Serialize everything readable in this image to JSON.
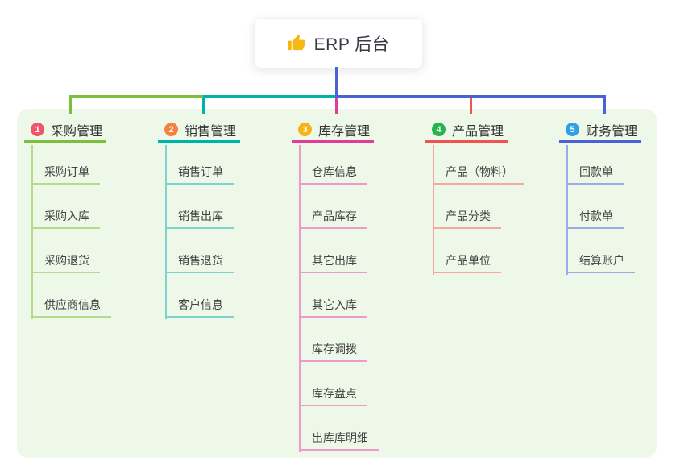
{
  "root": {
    "icon": "thumbs-up-icon",
    "label": "ERP 后台"
  },
  "colors": {
    "page_bg": "#ffffff",
    "panel_bg": "#edf8e9",
    "root_line": "#4a62d6",
    "thumb_icon": "#f5b914",
    "title_text": "#333333",
    "child_text": "#434343"
  },
  "branches": [
    {
      "index": "1",
      "label": "采购管理",
      "badge_color": "#f1556c",
      "line_color": "#7cbf3e",
      "child_line_color": "#b5da8c",
      "children": [
        "采购订单",
        "采购入库",
        "采购退货",
        "供应商信息"
      ]
    },
    {
      "index": "2",
      "label": "销售管理",
      "badge_color": "#f5813f",
      "line_color": "#00b3a9",
      "child_line_color": "#7ed4cd",
      "children": [
        "销售订单",
        "销售出库",
        "销售退货",
        "客户信息"
      ]
    },
    {
      "index": "3",
      "label": "库存管理",
      "badge_color": "#f8b216",
      "line_color": "#de3d9b",
      "child_line_color": "#ec9bca",
      "children": [
        "仓库信息",
        "产品库存",
        "其它出库",
        "其它入库",
        "库存调拨",
        "库存盘点",
        "出库库明细"
      ]
    },
    {
      "index": "4",
      "label": "产品管理",
      "badge_color": "#27b34f",
      "line_color": "#f15450",
      "child_line_color": "#f7a6a2",
      "children": [
        "产品（物料）",
        "产品分类",
        "产品单位"
      ]
    },
    {
      "index": "5",
      "label": "财务管理",
      "badge_color": "#2ba1e8",
      "line_color": "#4a62d6",
      "child_line_color": "#9cabe5",
      "children": [
        "回款单",
        "付款单",
        "结算账户"
      ]
    }
  ]
}
